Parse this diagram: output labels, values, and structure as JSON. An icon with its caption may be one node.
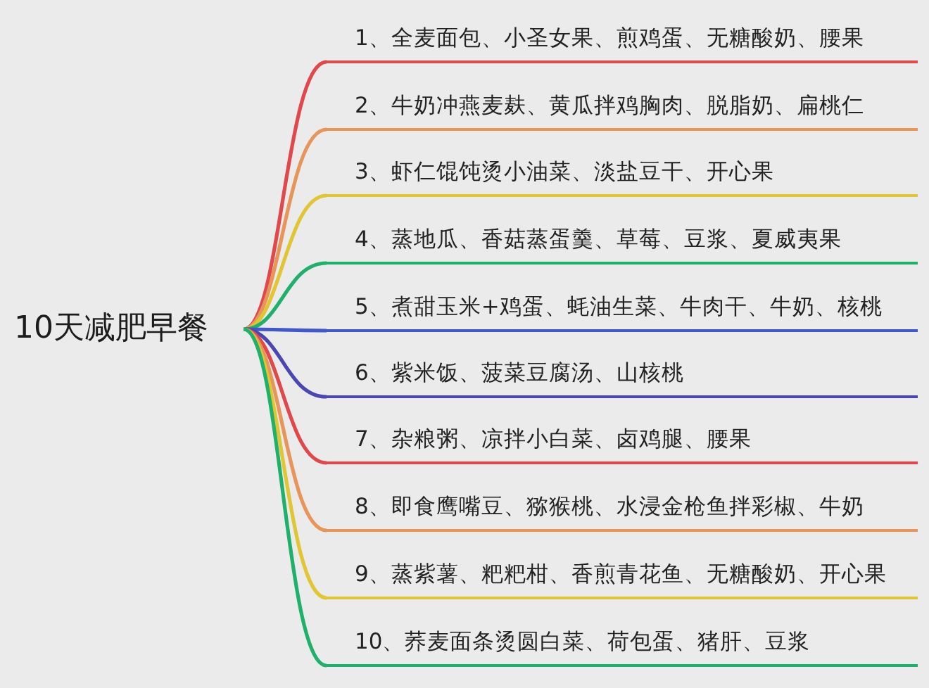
{
  "diagram": {
    "nodes": [
      {
        "text": [
          "10天减肥早餐"
        ]
      },
      {
        "text": [
          "1、全麦面包、小圣女果、煎鸡蛋、无糖酸奶、腰果"
        ]
      },
      {
        "text": [
          "2、牛奶冲燕麦麸、黄瓜拌鸡胸肉、脱脂奶、扁桃仁"
        ]
      },
      {
        "text": [
          "3、虾仁馄饨烫小油菜、淡盐豆干、开心果"
        ]
      },
      {
        "text": [
          "4、蒸地瓜、香菇蒸蛋羹、草莓、豆浆、夏威夷果"
        ]
      },
      {
        "text": [
          "5、煮甜玉米+鸡蛋、蚝油生菜、牛肉干、牛奶、核桃"
        ]
      },
      {
        "text": [
          "6、紫米饭、菠菜豆腐汤、山核桃"
        ]
      },
      {
        "text": [
          "7、杂粮粥、凉拌小白菜、卤鸡腿、腰果"
        ]
      },
      {
        "text": [
          "8、即食鹰嘴豆、猕猴桃、水浸金枪鱼拌彩椒、牛奶"
        ]
      },
      {
        "text": [
          "9、蒸紫薯、粑粑柑、香煎青花鱼、无糖酸奶、开心果"
        ]
      },
      {
        "text": [
          "10、荞麦面条烫圆白菜、荷包蛋、猪肝、豆浆"
        ]
      }
    ],
    "edges": [
      {
        "from": 0,
        "to": 1,
        "arrow": "none",
        "color": "#e0484c"
      },
      {
        "from": 0,
        "to": 2,
        "arrow": "none",
        "color": "#e8955a"
      },
      {
        "from": 0,
        "to": 3,
        "arrow": "none",
        "color": "#e0c633"
      },
      {
        "from": 0,
        "to": 4,
        "arrow": "none",
        "color": "#1fb06c"
      },
      {
        "from": 0,
        "to": 5,
        "arrow": "none",
        "color": "#4058cc"
      },
      {
        "from": 0,
        "to": 6,
        "arrow": "none",
        "color": "#4b47b2"
      },
      {
        "from": 0,
        "to": 7,
        "arrow": "none",
        "color": "#e0484c"
      },
      {
        "from": 0,
        "to": 8,
        "arrow": "none",
        "color": "#e8955a"
      },
      {
        "from": 0,
        "to": 9,
        "arrow": "none",
        "color": "#e0c633"
      },
      {
        "from": 0,
        "to": 10,
        "arrow": "none",
        "color": "#1fb06c"
      }
    ]
  }
}
